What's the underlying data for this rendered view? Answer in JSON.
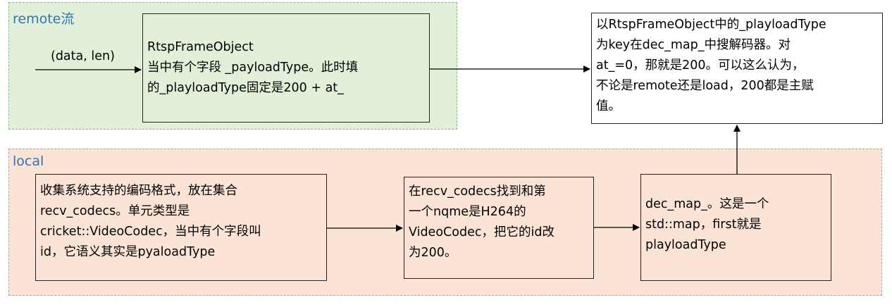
{
  "groups": {
    "remote": {
      "label": "remote流"
    },
    "local": {
      "label": "local"
    }
  },
  "nodes": {
    "rtsp_frame": {
      "text": "RtspFrameObject\n当中有个字段 _payloadType。此时填\n的_playloadType固定是200 + at_"
    },
    "lookup": {
      "text": "以RtspFrameObject中的_playloadType\n为key在dec_map_中搜解码器。对\nat_=0，那就是200。可以这么认为，\n不论是remote还是load，200都是主赋\n值。"
    },
    "collect": {
      "text": "收集系统支持的编码格式，放在集合\nrecv_codecs。单元类型是\ncricket::VideoCodec，当中有个字段叫\nid，它语义其实是pyaloadType"
    },
    "find_h264": {
      "text": "在recv_codecs找到和第\n一个nqme是H264的\nVideoCodec，把它的id改\n为200。"
    },
    "dec_map": {
      "text": "dec_map_。这是一个\nstd::map，first就是\nplayloadType"
    }
  },
  "edges": {
    "input_label": "(data, len)"
  }
}
